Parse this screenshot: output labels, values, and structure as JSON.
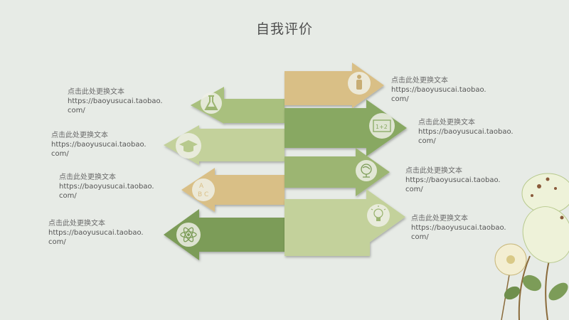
{
  "slide": {
    "title": "自我评价",
    "left_items": [
      {
        "label": "点击此处更换文本",
        "url": "https://baoyusucai.taobao.com/"
      },
      {
        "label": "点击此处更换文本",
        "url": "https://baoyusucai.taobao.com/"
      },
      {
        "label": "点击此处更换文本",
        "url": "https://baoyusucai.taobao.com/"
      },
      {
        "label": "点击此处更换文本",
        "url": "https://baoyusucai.taobao.com/"
      }
    ],
    "right_items": [
      {
        "label": "点击此处更换文本",
        "url": "https://baoyusucai.taobao.com/"
      },
      {
        "label": "点击此处更换文本",
        "url": "https://baoyusucai.taobao.com/"
      },
      {
        "label": "点击此处更换文本",
        "url": "https://baoyusucai.taobao.com/"
      },
      {
        "label": "点击此处更换文本",
        "url": "https://baoyusucai.taobao.com/"
      }
    ],
    "icons": {
      "left": [
        "flask-icon",
        "graduation-cap-icon",
        "abc-icon",
        "atom-icon"
      ],
      "right": [
        "person-icon",
        "math-board-icon",
        "globe-icon",
        "lightbulb-icon"
      ]
    },
    "abc_letters": [
      "A",
      "B",
      "C"
    ],
    "board_text": "1+2",
    "colors": {
      "background": "#e7ebe6",
      "light_green": "#b7c98d",
      "mid_green": "#9cb572",
      "dark_green": "#7c9c58",
      "tan": "#d9bf86"
    }
  }
}
